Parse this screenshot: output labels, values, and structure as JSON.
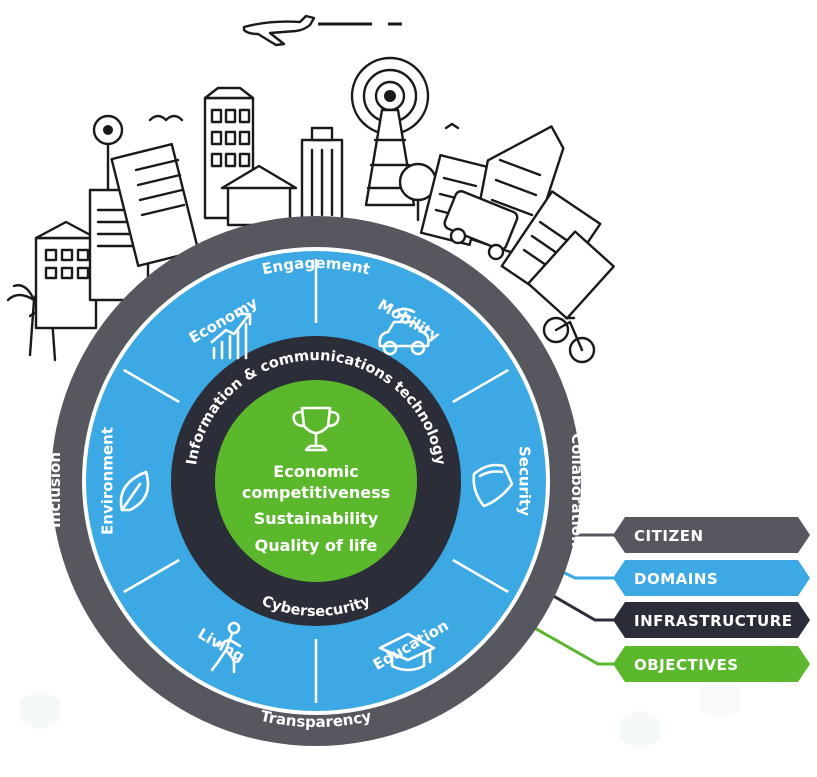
{
  "colors": {
    "outer_ring": "#56575f",
    "domains_ring": "#3da9e4",
    "infra_ring": "#2b2d38",
    "objectives": "#5bb82d",
    "white": "#ffffff",
    "ink": "#1a1a1a"
  },
  "outer_ring": {
    "top": "Engagement",
    "right": "Collaboration",
    "bottom": "Transparency",
    "left": "Inclusion"
  },
  "domains": [
    {
      "label": "Economy",
      "icon": "growth-chart-icon"
    },
    {
      "label": "Mobility",
      "icon": "car-icon"
    },
    {
      "label": "Security",
      "icon": "shield-icon"
    },
    {
      "label": "Education",
      "icon": "graduation-cap-icon"
    },
    {
      "label": "Living",
      "icon": "walking-person-icon"
    },
    {
      "label": "Environment",
      "icon": "leaf-icon"
    }
  ],
  "infrastructure": {
    "top": "Information & communications technology",
    "bottom": "Cybersecurity"
  },
  "objectives": {
    "icon": "trophy-icon",
    "lines": [
      "Economic",
      "competitiveness",
      "Sustainability",
      "Quality of life"
    ]
  },
  "legend": [
    {
      "label": "CITIZEN",
      "color": "#56575f"
    },
    {
      "label": "DOMAINS",
      "color": "#3da9e4"
    },
    {
      "label": "INFRASTRUCTURE",
      "color": "#2b2d38"
    },
    {
      "label": "OBJECTIVES",
      "color": "#5bb82d"
    }
  ],
  "skyline_icons": [
    "airplane-icon",
    "city-skyline",
    "radio-tower-icon",
    "bus-icon",
    "bicycle-icon",
    "palm-tree-icon"
  ]
}
